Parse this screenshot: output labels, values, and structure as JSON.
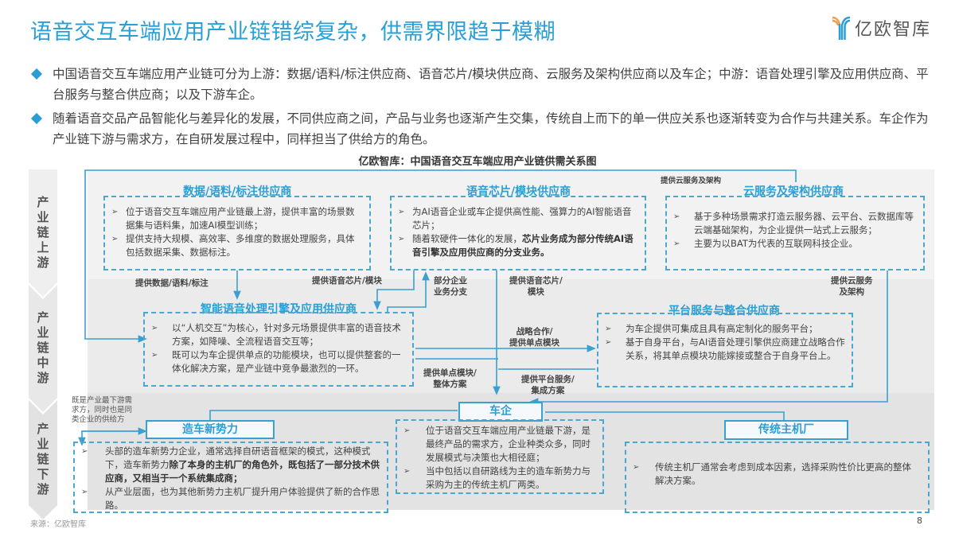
{
  "header": {
    "title": "语音交互车端应用产业链错综复杂，供需界限趋于模糊",
    "logo_text": "亿欧智库"
  },
  "bullets": [
    "中国语音交互车端应用产业链可分为上游：数据/语料/标注供应商、语音芯片/模块供应商、云服务及架构供应商以及车企；中游：语音处理引擎及应用供应商、平台服务与整合供应商；以及下游车企。",
    "随着语音交品产品智能化与差异化的发展，不同供应商之间，产品与业务也逐渐产生交集，传统自上而下的单一供应关系也逐渐转变为合作与共建关系。车企作为产业链下游与需求方，在自研发展过程中，同样担当了供给方的角色。"
  ],
  "diagram": {
    "title": "亿欧智库：中国语音交互车端应用产业链供需关系图",
    "stages": [
      "产业链上游",
      "产业链中游",
      "产业链下游"
    ],
    "upstream": {
      "data_supplier": {
        "title": "数据/语料/标注供应商",
        "items": [
          "位于语音交互车端应用产业链最上游，提供丰富的场景数据集与语料集，加速AI模型训练；",
          "提供支持大规模、高效率、多维度的数据处理服务，具体包括数据采集、数据标注。"
        ]
      },
      "chip_supplier": {
        "title": "语音芯片/模块供应商",
        "items": [
          "为AI语音企业或车企提供高性能、强算力的AI智能语音芯片；",
          "随着软硬件一体化的发展，",
          "芯片业务成为部分传统AI语音引擎及应用供应商的分支业务。"
        ]
      },
      "cloud_supplier": {
        "title": "云服务及架构供应商",
        "items": [
          "基于多种场景需求打造云服务器、云平台、云数据库等云端基础架构，为企业提供一站式上云服务；",
          "主要为以BAT为代表的互联网科技企业。"
        ]
      }
    },
    "midstream": {
      "engine_supplier": {
        "title": "智能语音处理引擎及应用供应商",
        "items": [
          "以“人机交互”为核心，针对多元场景提供丰富的语音技术方案，如降噪、全流程语音交互等；",
          "既可以为车企提供单点的功能模块，也可以提供整套的一体化解决方案，是产业链中竞争最激烈的一环。"
        ]
      },
      "platform_supplier": {
        "title": "平台服务与整合供应商",
        "items": [
          "为车企提供可集成且具有高定制化的服务平台；",
          "基于自身平台，与AI语音处理引擎供应商建立战略合作关系，将其单点模块功能嫁接或整合于自身平台上。"
        ]
      }
    },
    "downstream": {
      "new_forces": {
        "title": "造车新势力",
        "items": [
          "头部的造车新势力企业，通常选择自研语音框架的模式，这种模式下，造车新势力",
          "除了本身的主机厂的角色外，既包括了一部分技术供应商，又相当于一个系统集成商；",
          "从产业层面，也为其他新势力主机厂提升用户体验提供了新的合作思路。"
        ]
      },
      "automaker": {
        "title": "车企",
        "items": [
          "位于语音交互车端应用产业链最下游，是最终产品的需求方，企业种类众多，同时发展模式与决策也大相径庭；",
          "当中包括以自研路线为主的造车新势力与采购为主的传统主机厂两类。"
        ]
      },
      "traditional_oem": {
        "title": "传统主机厂",
        "items": [
          "传统主机厂通常会考虑到成本因素，选择采购性价比更高的整体解决方案。"
        ]
      }
    },
    "flow_labels": {
      "provide_data": "提供数据/语料/标注",
      "provide_chip_left": "提供语音芯片/模块",
      "branch_business": "部分企业\n业务分支",
      "provide_chip_right": "提供语音芯片/\n模块",
      "provide_cloud_top": "提供云服务及架构",
      "provide_cloud_right": "提供云服务\n及架构",
      "strategic_coop": "战略合作/\n提供单点模块",
      "provide_module": "提供单点模块/\n整体方案",
      "provide_platform": "提供平台服务/\n集成方案",
      "dual_role": "既是产业最下游需\n求方，同时也是同\n类企业的供给方"
    }
  },
  "footer": {
    "source": "来源：亿欧智库",
    "page": "8"
  },
  "colors": {
    "accent": "#2a9fd6",
    "line": "#3aa0d0",
    "text": "#404040"
  }
}
